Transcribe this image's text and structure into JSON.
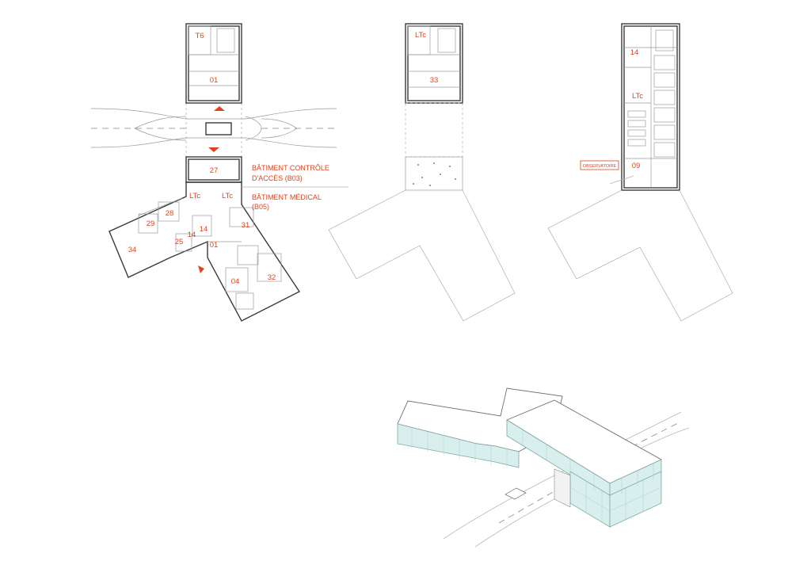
{
  "plan_left": {
    "rooms": {
      "t6": "T6",
      "r01_top": "01",
      "r27": "27",
      "ltc_a": "LTc",
      "ltc_b": "LTc",
      "r29": "29",
      "r28": "28",
      "r25": "25",
      "r14": "14",
      "r01_mid": "01",
      "r31": "31",
      "r34": "34",
      "r04": "04",
      "r32": "32"
    },
    "labels": {
      "access_line1": "BÂTIMENT CONTRÔLE",
      "access_line2": "D'ACCÈS (B03)",
      "medical_line1": "BÂTIMENT MÉDICAL",
      "medical_line2": "(B05)"
    }
  },
  "plan_middle": {
    "rooms": {
      "ltc": "LTc",
      "r33": "33"
    }
  },
  "plan_right": {
    "rooms": {
      "r14": "14",
      "ltc": "LTc",
      "r09": "09"
    },
    "observatoire": "OBSERVATOIRE"
  },
  "colors": {
    "accent": "#e2431e",
    "facade": "#d9efed",
    "line": "#3a3a3a"
  }
}
